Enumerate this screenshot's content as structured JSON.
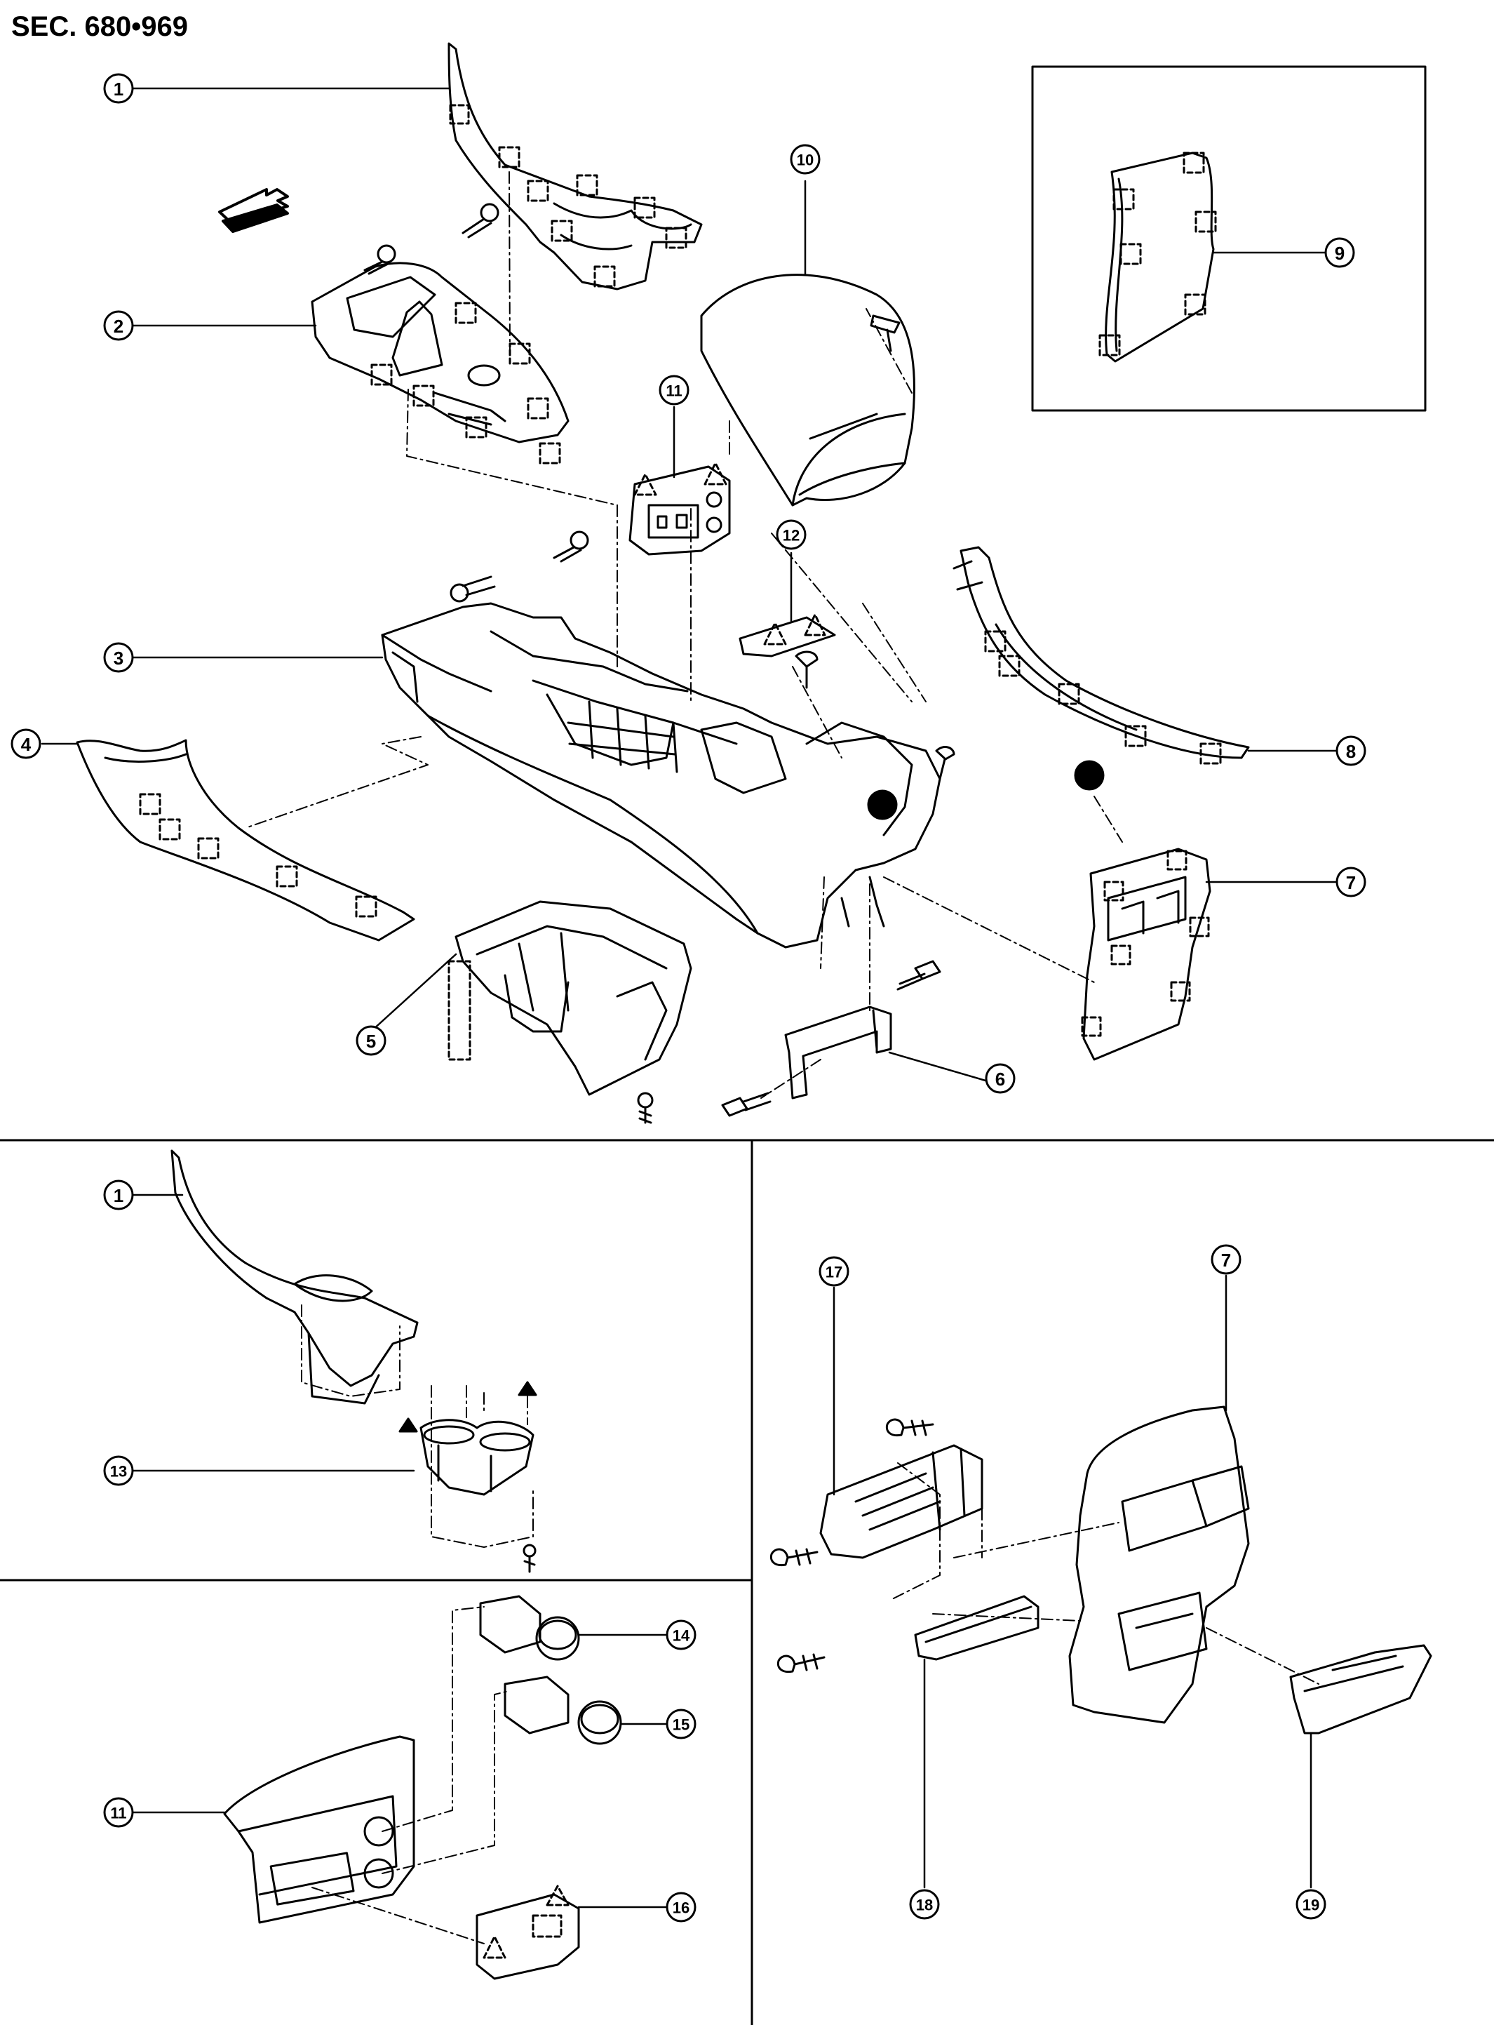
{
  "header": {
    "section_code": "SEC. 680•969"
  },
  "callouts": {
    "c1": "1",
    "c2": "2",
    "c3": "3",
    "c4": "4",
    "c5": "5",
    "c6": "6",
    "c7": "7",
    "c8": "8",
    "c9": "9",
    "c10": "10",
    "c11": "11",
    "c12": "12",
    "c13": "13",
    "c14": "14",
    "c15": "15",
    "c16": "16",
    "c17": "17",
    "c18": "18",
    "c19": "19"
  },
  "colors": {
    "line": "#000000",
    "background": "#ffffff"
  },
  "icons": {
    "view_direction": "front-arrow-icon",
    "location_marker": "filled-dot-icon",
    "clip": "dashed-square-clip-icon",
    "pawl": "dashed-triangle-pawl-icon"
  }
}
